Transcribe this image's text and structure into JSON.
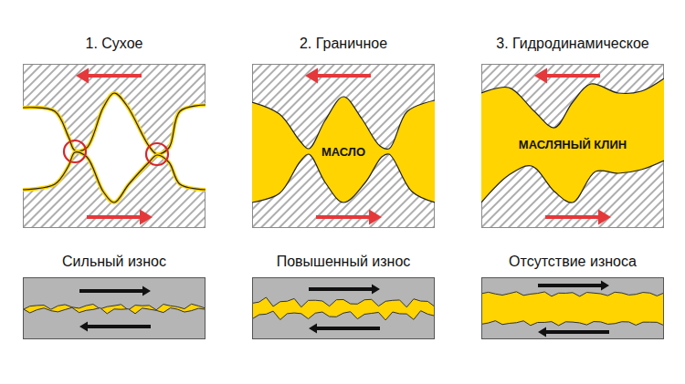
{
  "diagram": {
    "nodes": [
      {
        "text": [
          "1. Сухое"
        ]
      },
      {
        "text": [
          "2. Граничное"
        ]
      },
      {
        "text": [
          "МАСЛО"
        ],
        "in": 1
      },
      {
        "text": [
          "3. Гидродинамическое"
        ]
      },
      {
        "text": [
          "МАСЛЯНЫЙ КЛИН"
        ],
        "in": 3
      },
      {
        "text": [
          "Сильный износ"
        ]
      },
      {
        "text": [
          "Повышенный износ"
        ]
      },
      {
        "text": [
          "Отсутствие износа"
        ]
      }
    ]
  }
}
